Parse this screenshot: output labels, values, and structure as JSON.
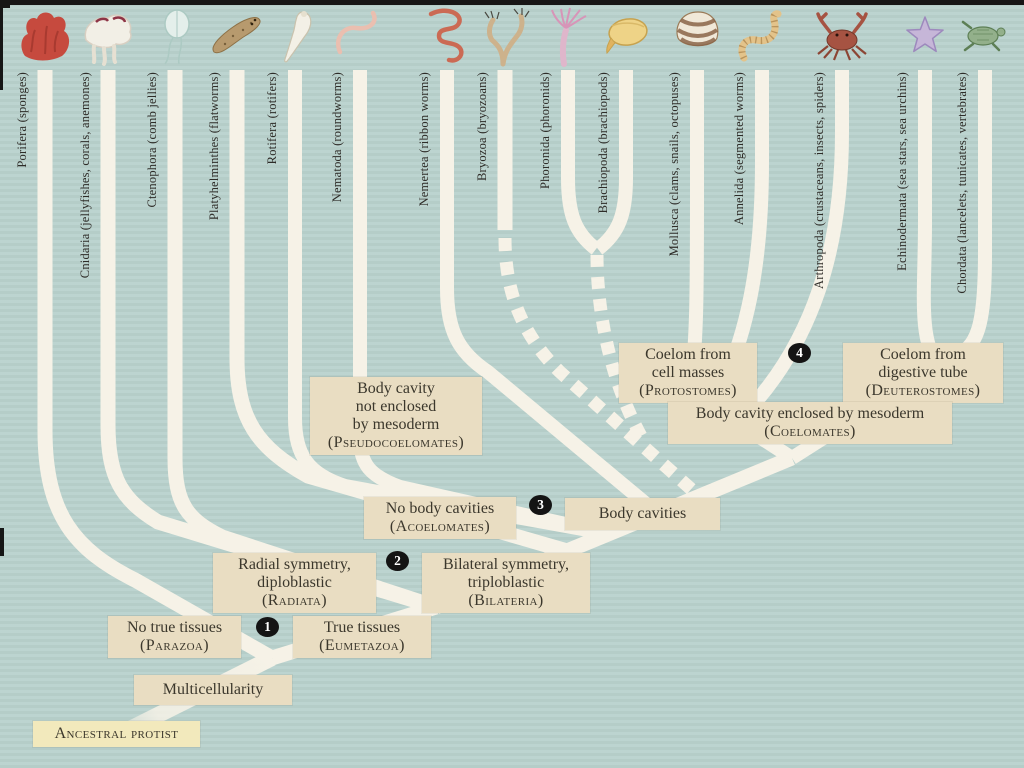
{
  "taxa": [
    {
      "label": "Porifera (sponges)",
      "icon": "sponge-icon"
    },
    {
      "label": "Cnidaria (jellyfishes, corals, anemones)",
      "icon": "jellyfish-icon"
    },
    {
      "label": "Ctenophora (comb jellies)",
      "icon": "comb-jelly-icon"
    },
    {
      "label": "Platyhelminthes (flatworms)",
      "icon": "flatworm-icon"
    },
    {
      "label": "Rotifera (rotifers)",
      "icon": "rotifer-icon"
    },
    {
      "label": "Nematoda (roundworms)",
      "icon": "roundworm-icon"
    },
    {
      "label": "Nemertea (ribbon worms)",
      "icon": "ribbon-worm-icon"
    },
    {
      "label": "Bryozoa (bryozoans)",
      "icon": "bryozoan-icon"
    },
    {
      "label": "Phoronida (phoronids)",
      "icon": "phoronid-icon"
    },
    {
      "label": "Brachiopoda (brachiopods)",
      "icon": "brachiopod-icon"
    },
    {
      "label": "Mollusca (clams, snails, octopuses)",
      "icon": "shell-icon"
    },
    {
      "label": "Annelida (segmented worms)",
      "icon": "segmented-worm-icon"
    },
    {
      "label": "Arthropoda (crustaceans, insects, spiders)",
      "icon": "crab-icon"
    },
    {
      "label": "Echinodermata (sea stars, sea urchins)",
      "icon": "sea-star-icon"
    },
    {
      "label": "Chordata (lancelets, tunicates, vertebrates)",
      "icon": "turtle-icon"
    }
  ],
  "boxes": {
    "pseudocoelomates": {
      "text": "Body cavity\nnot enclosed\nby mesoderm",
      "caps": "(Pseudocoelomates)"
    },
    "protostomes": {
      "text": "Coelom from\ncell masses",
      "caps": "(Protostomes)"
    },
    "deuterostomes": {
      "text": "Coelom from\ndigestive tube",
      "caps": "(Deuterostomes)"
    },
    "coelomates": {
      "text": "Body cavity enclosed by mesoderm",
      "caps": "(Coelomates)"
    },
    "acoelomates": {
      "text": "No body cavities",
      "caps": "(Acoelomates)"
    },
    "body_cavities": {
      "text": "Body cavities",
      "caps": ""
    },
    "radiata": {
      "text": "Radial symmetry,\ndiploblastic",
      "caps": "(Radiata)"
    },
    "bilateria": {
      "text": "Bilateral symmetry,\ntriploblastic",
      "caps": "(Bilateria)"
    },
    "parazoa": {
      "text": "No true tissues",
      "caps": "(Parazoa)"
    },
    "eumetazoa": {
      "text": "True tissues",
      "caps": "(Eumetazoa)"
    },
    "multicellularity": {
      "text": "Multicellularity",
      "caps": ""
    },
    "ancestral_protist": {
      "text": "",
      "caps": "Ancestral protist"
    }
  },
  "markers": {
    "m1": "1",
    "m2": "2",
    "m3": "3",
    "m4": "4"
  },
  "colors": {
    "background": "#b9d2cd",
    "branch": "#f6f2e7",
    "box_bg": "#e9ddc2",
    "box_text": "#3b372c",
    "ancestral_bg": "#f2e9bc",
    "marker_bg": "#141414",
    "marker_text": "#ffffff"
  }
}
